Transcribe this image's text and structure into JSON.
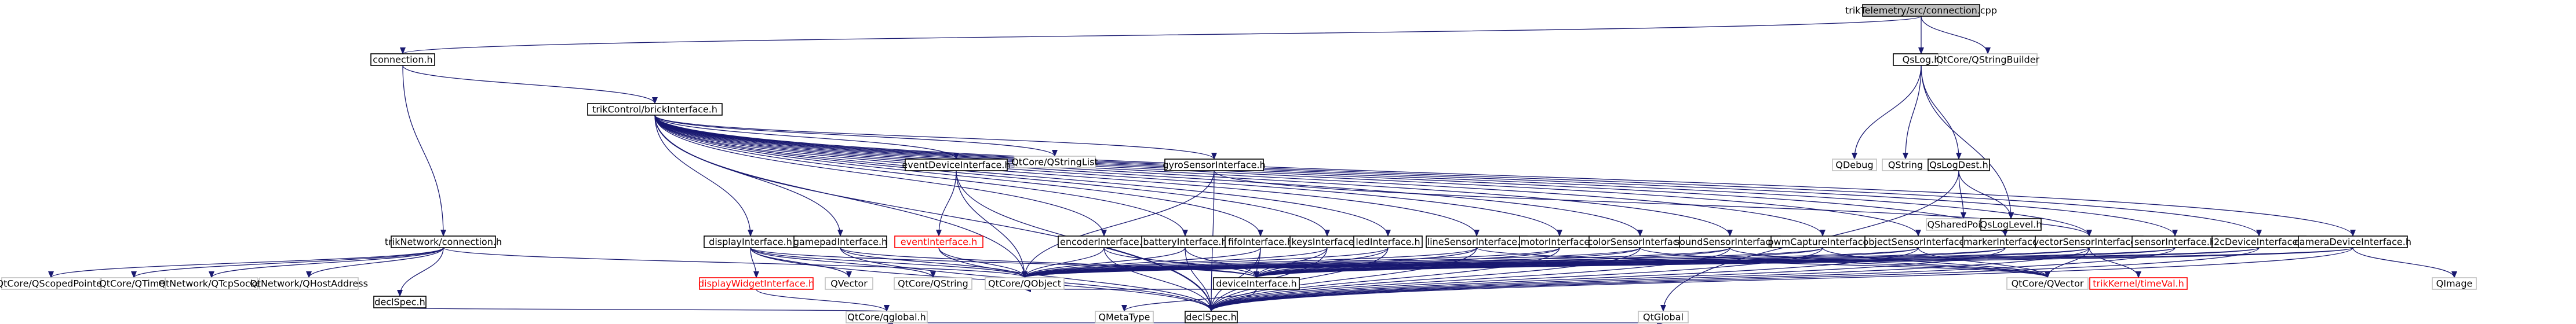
{
  "colors": {
    "root_fill": "#bfbfbf",
    "node_border": "#000000",
    "missing_border": "#bfbfbf",
    "link_text": "#000000",
    "missing_text": "#000000",
    "red_text": "#ff0000",
    "edge": "#191970"
  },
  "nodes": [
    {
      "id": "root",
      "label": "trikTelemetry/src/connection.cpp",
      "kind": "root"
    },
    {
      "id": "connection",
      "label": "connection.h",
      "kind": "file"
    },
    {
      "id": "qslog",
      "label": "QsLog.h",
      "kind": "file"
    },
    {
      "id": "qstringbuilder",
      "label": "QtCore/QStringBuilder",
      "kind": "missing"
    },
    {
      "id": "trikcontrol",
      "label": "trikControl/brickInterface.h",
      "kind": "file"
    },
    {
      "id": "triknetwork",
      "label": "trikNetwork/connection.h",
      "kind": "file"
    },
    {
      "id": "qdebug",
      "label": "QDebug",
      "kind": "missing"
    },
    {
      "id": "qstring",
      "label": "QString",
      "kind": "missing"
    },
    {
      "id": "qslogdest",
      "label": "QsLogDest.h",
      "kind": "file"
    },
    {
      "id": "qsharedpointer",
      "label": "QSharedPointer",
      "kind": "missing"
    },
    {
      "id": "qsloglevel",
      "label": "QsLogLevel.h",
      "kind": "file"
    },
    {
      "id": "qstringlist",
      "label": "QtCore/QStringList",
      "kind": "missing"
    },
    {
      "id": "eventdevice",
      "label": "eventDeviceInterface.h",
      "kind": "file"
    },
    {
      "id": "gyrosensor",
      "label": "gyroSensorInterface.h",
      "kind": "file"
    },
    {
      "id": "displayif",
      "label": "displayInterface.h",
      "kind": "file"
    },
    {
      "id": "gamepadif",
      "label": "gamepadInterface.h",
      "kind": "file"
    },
    {
      "id": "eventif",
      "label": "eventInterface.h",
      "kind": "red"
    },
    {
      "id": "encoderif",
      "label": "encoderInterface.h",
      "kind": "file"
    },
    {
      "id": "batteryif",
      "label": "batteryInterface.h",
      "kind": "file"
    },
    {
      "id": "fifoif",
      "label": "fifoInterface.h",
      "kind": "file"
    },
    {
      "id": "keysif",
      "label": "keysInterface.h",
      "kind": "file"
    },
    {
      "id": "ledif",
      "label": "ledInterface.h",
      "kind": "file"
    },
    {
      "id": "linesensor",
      "label": "lineSensorInterface.h",
      "kind": "file"
    },
    {
      "id": "motorif",
      "label": "motorInterface.h",
      "kind": "file"
    },
    {
      "id": "colorsensor",
      "label": "colorSensorInterface.h",
      "kind": "file"
    },
    {
      "id": "soundsensor",
      "label": "soundSensorInterface.h",
      "kind": "file"
    },
    {
      "id": "pwmcapture",
      "label": "pwmCaptureInterface.h",
      "kind": "file"
    },
    {
      "id": "objectsensor",
      "label": "objectSensorInterface.h",
      "kind": "file"
    },
    {
      "id": "markerif",
      "label": "markerInterface.h",
      "kind": "file"
    },
    {
      "id": "vectorsensor",
      "label": "vectorSensorInterface.h",
      "kind": "file"
    },
    {
      "id": "sensorif",
      "label": "sensorInterface.h",
      "kind": "file"
    },
    {
      "id": "i2cdevice",
      "label": "i2cDeviceInterface.h",
      "kind": "file"
    },
    {
      "id": "cameradevice",
      "label": "cameraDeviceInterface.h",
      "kind": "file"
    },
    {
      "id": "qscopedpointer",
      "label": "QtCore/QScopedPointer",
      "kind": "missing"
    },
    {
      "id": "qtimer",
      "label": "QtCore/QTimer",
      "kind": "missing"
    },
    {
      "id": "qtcpsocket",
      "label": "QtNetwork/QTcpSocket",
      "kind": "missing"
    },
    {
      "id": "qhostaddress",
      "label": "QtNetwork/QHostAddress",
      "kind": "missing"
    },
    {
      "id": "declspec_net",
      "label": "declSpec.h",
      "kind": "file"
    },
    {
      "id": "displaywidget",
      "label": "displayWidgetInterface.h",
      "kind": "red"
    },
    {
      "id": "qvector",
      "label": "QVector",
      "kind": "missing"
    },
    {
      "id": "qtcoreqstring",
      "label": "QtCore/QString",
      "kind": "missing"
    },
    {
      "id": "qobject",
      "label": "QtCore/QObject",
      "kind": "missing"
    },
    {
      "id": "deviceif",
      "label": "deviceInterface.h",
      "kind": "file"
    },
    {
      "id": "qtcoreqvector",
      "label": "QtCore/QVector",
      "kind": "missing"
    },
    {
      "id": "trikkernel",
      "label": "trikKernel/timeVal.h",
      "kind": "red"
    },
    {
      "id": "qimage",
      "label": "QImage",
      "kind": "missing"
    },
    {
      "id": "declspec",
      "label": "declSpec.h",
      "kind": "file"
    },
    {
      "id": "qmetatype",
      "label": "QMetaType",
      "kind": "missing"
    },
    {
      "id": "qglobal",
      "label": "QtGlobal",
      "kind": "missing"
    },
    {
      "id": "qtglobal",
      "label": "QtCore/qglobal.h",
      "kind": "missing"
    }
  ],
  "edges": [
    [
      "root",
      "connection"
    ],
    [
      "root",
      "qslog"
    ],
    [
      "root",
      "qstringbuilder"
    ],
    [
      "qslog",
      "qdebug"
    ],
    [
      "qslog",
      "qstring"
    ],
    [
      "qslog",
      "qslogdest"
    ],
    [
      "qslog",
      "qsloglevel"
    ],
    [
      "qslogdest",
      "qsharedpointer"
    ],
    [
      "qslogdest",
      "qsloglevel"
    ],
    [
      "qslogdest",
      "qglobal"
    ],
    [
      "connection",
      "trikcontrol"
    ],
    [
      "connection",
      "triknetwork"
    ],
    [
      "triknetwork",
      "qscopedpointer"
    ],
    [
      "triknetwork",
      "qtimer"
    ],
    [
      "triknetwork",
      "qtcpsocket"
    ],
    [
      "triknetwork",
      "qhostaddress"
    ],
    [
      "triknetwork",
      "declspec_net"
    ],
    [
      "triknetwork",
      "qobject"
    ],
    [
      "declspec_net",
      "qtglobal"
    ],
    [
      "trikcontrol",
      "qstringlist"
    ],
    [
      "trikcontrol",
      "eventdevice"
    ],
    [
      "trikcontrol",
      "gyrosensor"
    ],
    [
      "trikcontrol",
      "displayif"
    ],
    [
      "trikcontrol",
      "gamepadif"
    ],
    [
      "trikcontrol",
      "encoderif"
    ],
    [
      "trikcontrol",
      "batteryif"
    ],
    [
      "trikcontrol",
      "fifoif"
    ],
    [
      "trikcontrol",
      "keysif"
    ],
    [
      "trikcontrol",
      "ledif"
    ],
    [
      "trikcontrol",
      "linesensor"
    ],
    [
      "trikcontrol",
      "motorif"
    ],
    [
      "trikcontrol",
      "colorsensor"
    ],
    [
      "trikcontrol",
      "soundsensor"
    ],
    [
      "trikcontrol",
      "pwmcapture"
    ],
    [
      "trikcontrol",
      "objectsensor"
    ],
    [
      "trikcontrol",
      "markerif"
    ],
    [
      "trikcontrol",
      "vectorsensor"
    ],
    [
      "trikcontrol",
      "sensorif"
    ],
    [
      "trikcontrol",
      "i2cdevice"
    ],
    [
      "trikcontrol",
      "cameradevice"
    ],
    [
      "trikcontrol",
      "declspec"
    ],
    [
      "trikcontrol",
      "qobject"
    ],
    [
      "eventdevice",
      "eventif"
    ],
    [
      "eventdevice",
      "qobject"
    ],
    [
      "eventdevice",
      "declspec"
    ],
    [
      "eventif",
      "qobject"
    ],
    [
      "eventif",
      "declspec"
    ],
    [
      "displayif",
      "displaywidget"
    ],
    [
      "displayif",
      "qvector"
    ],
    [
      "displayif",
      "qtcoreqstring"
    ],
    [
      "displayif",
      "qobject"
    ],
    [
      "displayif",
      "deviceif"
    ],
    [
      "displayif",
      "declspec"
    ],
    [
      "displaywidget",
      "qtglobal"
    ],
    [
      "gamepadif",
      "qobject"
    ],
    [
      "gamepadif",
      "deviceif"
    ],
    [
      "gamepadif",
      "declspec"
    ],
    [
      "encoderif",
      "qobject"
    ],
    [
      "encoderif",
      "deviceif"
    ],
    [
      "encoderif",
      "declspec"
    ],
    [
      "batteryif",
      "qobject"
    ],
    [
      "batteryif",
      "deviceif"
    ],
    [
      "batteryif",
      "declspec"
    ],
    [
      "fifoif",
      "qobject"
    ],
    [
      "fifoif",
      "deviceif"
    ],
    [
      "fifoif",
      "declspec"
    ],
    [
      "keysif",
      "qobject"
    ],
    [
      "keysif",
      "deviceif"
    ],
    [
      "keysif",
      "declspec"
    ],
    [
      "ledif",
      "qobject"
    ],
    [
      "ledif",
      "deviceif"
    ],
    [
      "ledif",
      "declspec"
    ],
    [
      "linesensor",
      "qobject"
    ],
    [
      "linesensor",
      "deviceif"
    ],
    [
      "linesensor",
      "qtcoreqvector"
    ],
    [
      "linesensor",
      "declspec"
    ],
    [
      "motorif",
      "qobject"
    ],
    [
      "motorif",
      "deviceif"
    ],
    [
      "motorif",
      "declspec"
    ],
    [
      "colorsensor",
      "qobject"
    ],
    [
      "colorsensor",
      "deviceif"
    ],
    [
      "colorsensor",
      "qtcoreqvector"
    ],
    [
      "colorsensor",
      "declspec"
    ],
    [
      "soundsensor",
      "qobject"
    ],
    [
      "soundsensor",
      "deviceif"
    ],
    [
      "soundsensor",
      "qtcoreqvector"
    ],
    [
      "soundsensor",
      "declspec"
    ],
    [
      "pwmcapture",
      "qobject"
    ],
    [
      "pwmcapture",
      "deviceif"
    ],
    [
      "pwmcapture",
      "qtcoreqvector"
    ],
    [
      "pwmcapture",
      "declspec"
    ],
    [
      "objectsensor",
      "qobject"
    ],
    [
      "objectsensor",
      "deviceif"
    ],
    [
      "objectsensor",
      "qtcoreqvector"
    ],
    [
      "objectsensor",
      "declspec"
    ],
    [
      "markerif",
      "qobject"
    ],
    [
      "markerif",
      "deviceif"
    ],
    [
      "markerif",
      "declspec"
    ],
    [
      "gyrosensor",
      "qobject"
    ],
    [
      "gyrosensor",
      "vectorsensor"
    ],
    [
      "gyrosensor",
      "declspec"
    ],
    [
      "vectorsensor",
      "qobject"
    ],
    [
      "vectorsensor",
      "deviceif"
    ],
    [
      "vectorsensor",
      "qtcoreqvector"
    ],
    [
      "vectorsensor",
      "trikkernel"
    ],
    [
      "vectorsensor",
      "declspec"
    ],
    [
      "sensorif",
      "qobject"
    ],
    [
      "sensorif",
      "deviceif"
    ],
    [
      "sensorif",
      "declspec"
    ],
    [
      "i2cdevice",
      "qobject"
    ],
    [
      "i2cdevice",
      "deviceif"
    ],
    [
      "i2cdevice",
      "declspec"
    ],
    [
      "cameradevice",
      "qobject"
    ],
    [
      "cameradevice",
      "deviceif"
    ],
    [
      "cameradevice",
      "qimage"
    ],
    [
      "cameradevice",
      "declspec"
    ],
    [
      "deviceif",
      "qobject"
    ],
    [
      "deviceif",
      "qmetatype"
    ],
    [
      "deviceif",
      "declspec"
    ],
    [
      "declspec",
      "qglobal"
    ],
    [
      "declspec",
      "qtglobal"
    ]
  ]
}
